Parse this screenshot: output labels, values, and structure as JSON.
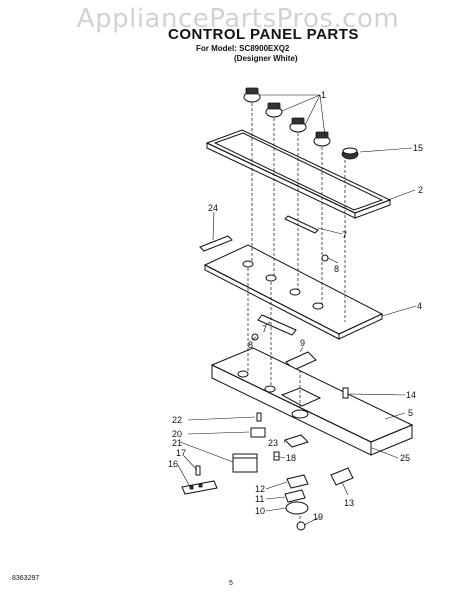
{
  "watermark": "AppliancePartsPros.com",
  "header": {
    "title": "CONTROL PANEL PARTS",
    "model_line": "For Model: SC8900EXQ2",
    "color_line": "(Designer White)"
  },
  "callouts": [
    "1",
    "15",
    "2",
    "24",
    "7",
    "8",
    "4",
    "8",
    "7",
    "9",
    "14",
    "22",
    "5",
    "20",
    "23",
    "21",
    "18",
    "25",
    "17",
    "16",
    "12",
    "11",
    "13",
    "10",
    "19"
  ],
  "footer": {
    "doc_number": "8363297",
    "page_number": "5"
  }
}
